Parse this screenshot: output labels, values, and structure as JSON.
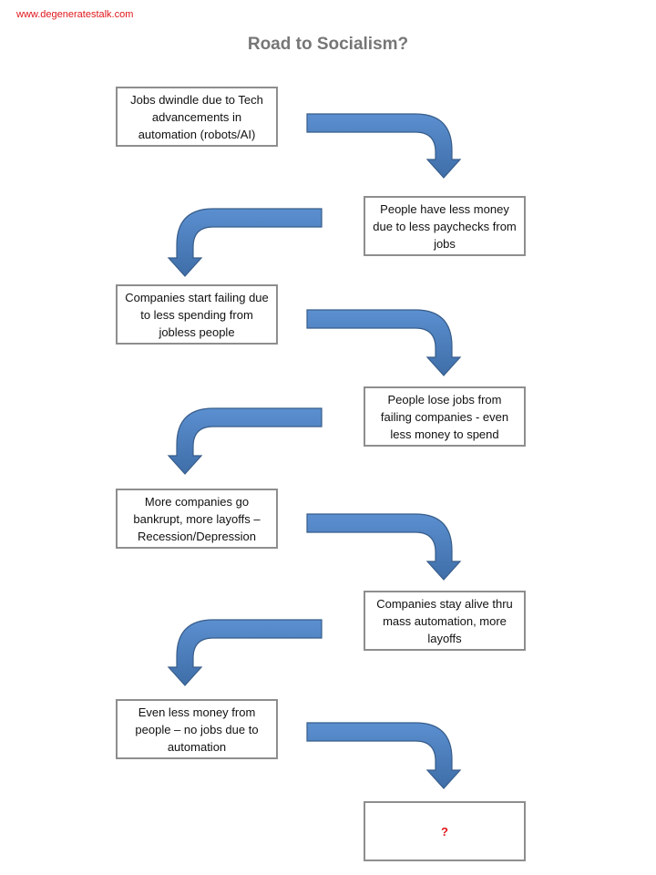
{
  "header": {
    "site_link": "www.degeneratestalk.com",
    "title": "Road to Socialism?"
  },
  "colors": {
    "link": "#e0161b",
    "title": "#767676",
    "arrow_fill": "#4f81bd",
    "arrow_stroke": "#385d8a",
    "box_border": "#8e8e8e",
    "final_text": "#e0161b"
  },
  "flow": {
    "steps": [
      "Jobs dwindle due to Tech advancements in automation  (robots/AI)",
      "People have less money due to less paychecks from jobs",
      "Companies start failing due to less spending from jobless people",
      "People lose jobs from failing companies - even less money to spend",
      "More companies go bankrupt, more layoffs – Recession/Depression",
      "Companies stay alive thru mass automation, more layoffs",
      "Even less money from people – no jobs due to automation",
      "?"
    ]
  }
}
